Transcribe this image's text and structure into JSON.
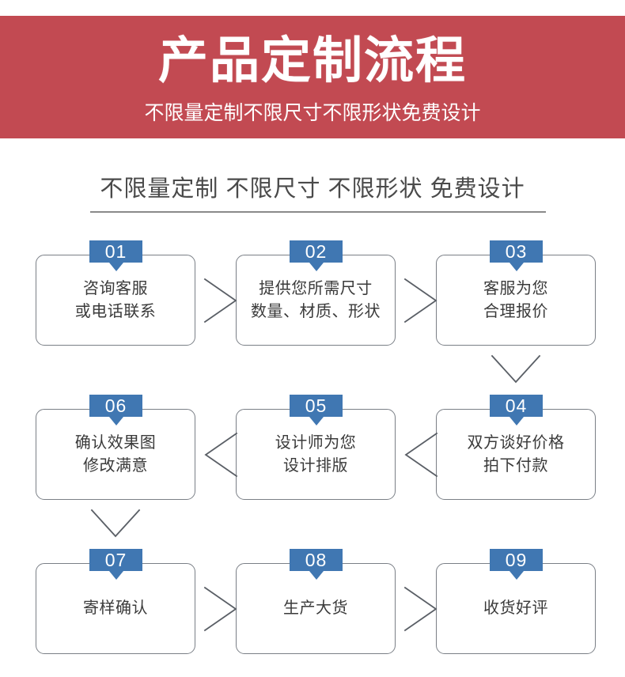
{
  "banner": {
    "title": "产品定制流程",
    "subtitle": "不限量定制不限尺寸不限形状免费设计",
    "background_color": "#c24a52",
    "text_color": "#ffffff"
  },
  "section": {
    "heading": "不限量定制 不限尺寸 不限形状 免费设计",
    "rule_color": "#8a8a8a"
  },
  "theme": {
    "badge_color": "#4077b2",
    "box_border_color": "#7a7f86",
    "box_text_color": "#3a3a3a",
    "arrow_color": "#5a5f66"
  },
  "steps": [
    {
      "number": "01",
      "line1": "咨询客服",
      "line2": "或电话联系"
    },
    {
      "number": "02",
      "line1": "提供您所需尺寸",
      "line2": "数量、材质、形状"
    },
    {
      "number": "03",
      "line1": "客服为您",
      "line2": "合理报价"
    },
    {
      "number": "04",
      "line1": "双方谈好价格",
      "line2": "拍下付款"
    },
    {
      "number": "05",
      "line1": "设计师为您",
      "line2": "设计排版"
    },
    {
      "number": "06",
      "line1": "确认效果图",
      "line2": "修改满意"
    },
    {
      "number": "07",
      "line1": "寄样确认",
      "line2": ""
    },
    {
      "number": "08",
      "line1": "生产大货",
      "line2": ""
    },
    {
      "number": "09",
      "line1": "收货好评",
      "line2": ""
    }
  ],
  "arrows": [
    {
      "name": "arrow-01-to-02",
      "direction": "right"
    },
    {
      "name": "arrow-02-to-03",
      "direction": "right"
    },
    {
      "name": "arrow-03-to-04",
      "direction": "down"
    },
    {
      "name": "arrow-04-to-05",
      "direction": "left"
    },
    {
      "name": "arrow-05-to-06",
      "direction": "left"
    },
    {
      "name": "arrow-06-to-07",
      "direction": "down"
    },
    {
      "name": "arrow-07-to-08",
      "direction": "right"
    },
    {
      "name": "arrow-08-to-09",
      "direction": "right"
    }
  ]
}
